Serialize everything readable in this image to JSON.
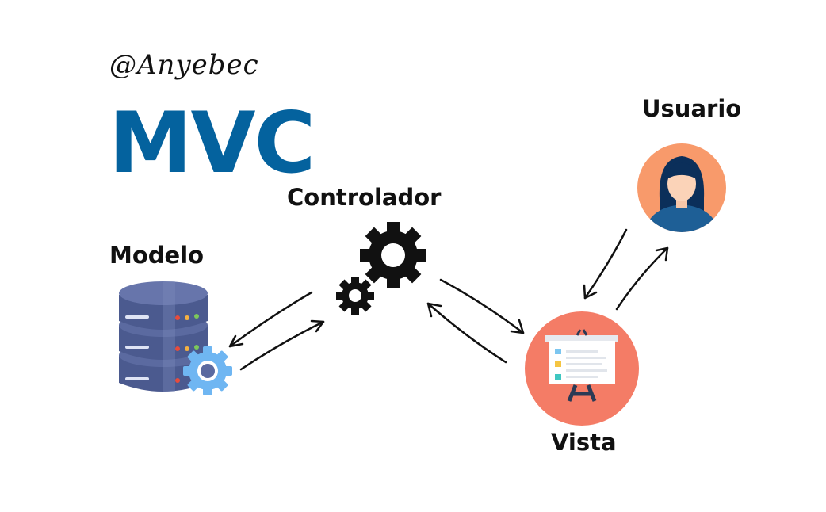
{
  "header": {
    "signature": "@Anyebec",
    "title": "MVC"
  },
  "nodes": {
    "controller": {
      "label": "Controlador",
      "icon": "gears-icon"
    },
    "model": {
      "label": "Modelo",
      "icon": "database-gear-icon"
    },
    "user": {
      "label": "Usuario",
      "icon": "user-avatar-icon"
    },
    "view": {
      "label": "Vista",
      "icon": "presentation-board-icon"
    }
  },
  "colors": {
    "title": "#04629e",
    "database": "#4b5a8f",
    "user_circle": "#f89a6b",
    "view_circle": "#f47c66",
    "gear_blue": "#6fb6f2",
    "text": "#111111"
  },
  "connections": [
    {
      "from": "controller",
      "to": "model"
    },
    {
      "from": "model",
      "to": "controller"
    },
    {
      "from": "controller",
      "to": "view"
    },
    {
      "from": "view",
      "to": "controller"
    },
    {
      "from": "user",
      "to": "view"
    },
    {
      "from": "view",
      "to": "user"
    }
  ]
}
